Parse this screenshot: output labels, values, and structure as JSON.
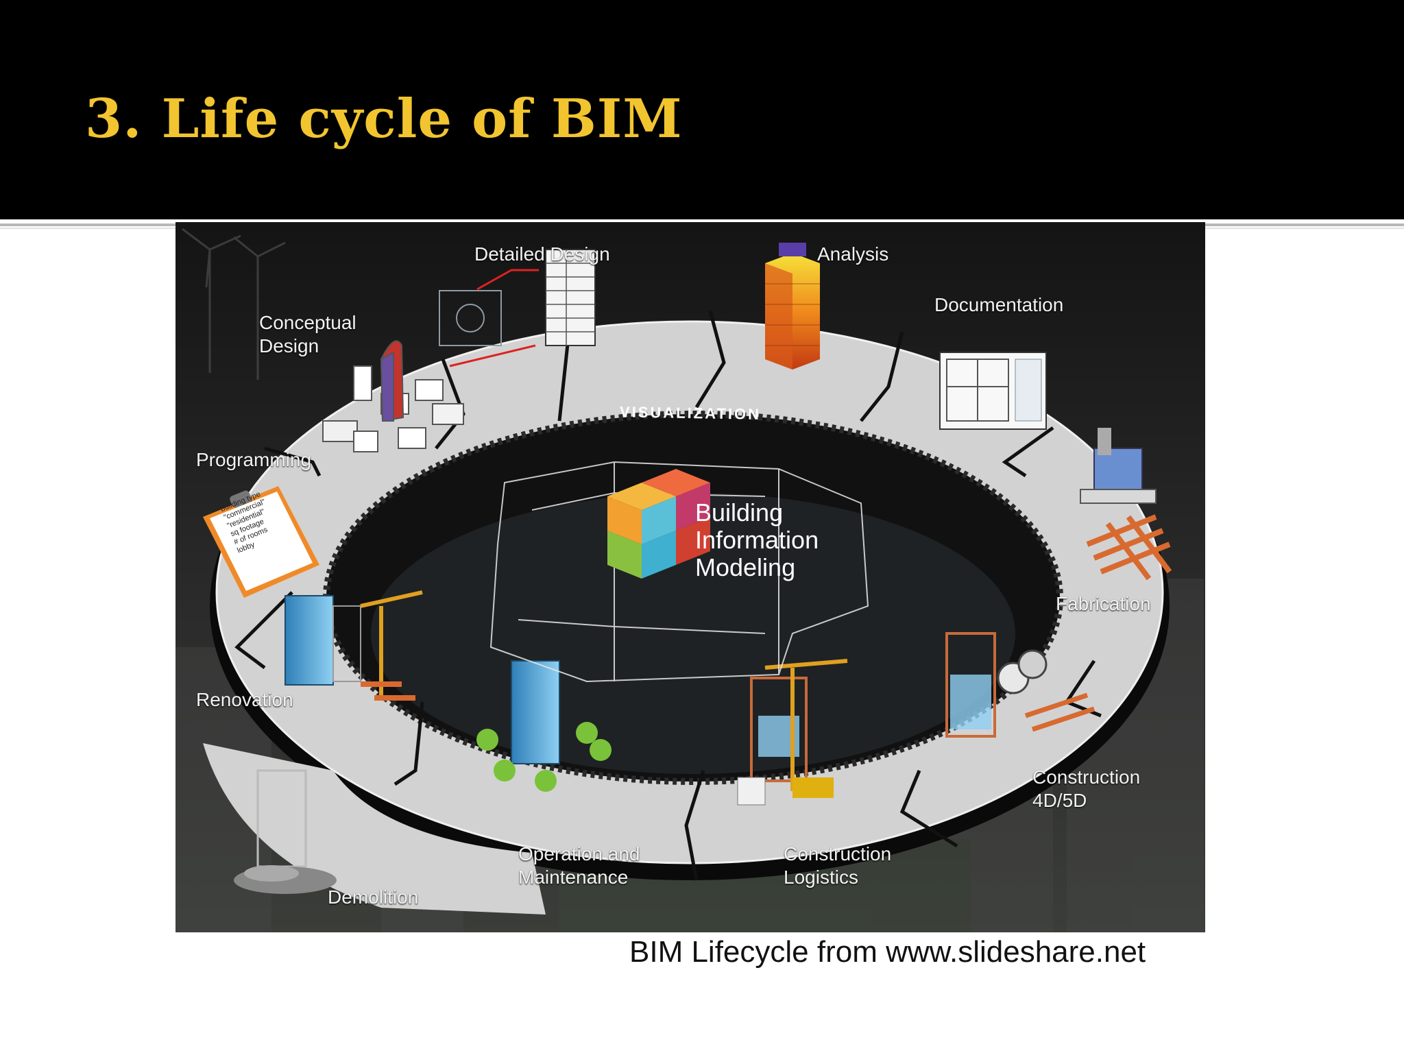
{
  "slide": {
    "title": "3. Life cycle of BIM",
    "caption": "BIM Lifecycle from www.slideshare.net"
  },
  "diagram": {
    "center_label": "Building\nInformation\nModeling",
    "ring_label": "VISUALIZATION",
    "stages": [
      {
        "name": "Detailed Design"
      },
      {
        "name": "Analysis"
      },
      {
        "name": "Documentation"
      },
      {
        "name": "Conceptual\nDesign"
      },
      {
        "name": "Programming"
      },
      {
        "name": "Fabrication"
      },
      {
        "name": "Renovation"
      },
      {
        "name": "Construction\n4D/5D"
      },
      {
        "name": "Construction\nLogistics"
      },
      {
        "name": "Operation and\nMaintenance"
      },
      {
        "name": "Demolition"
      }
    ],
    "checklist": [
      "building type",
      "\"commercial\"",
      "\"residential\"",
      "sq footage",
      "# of rooms",
      "lobby"
    ],
    "colors": {
      "ring": "#d2d2d2",
      "title": "#f2c530",
      "background": "#1c1c1c"
    }
  }
}
